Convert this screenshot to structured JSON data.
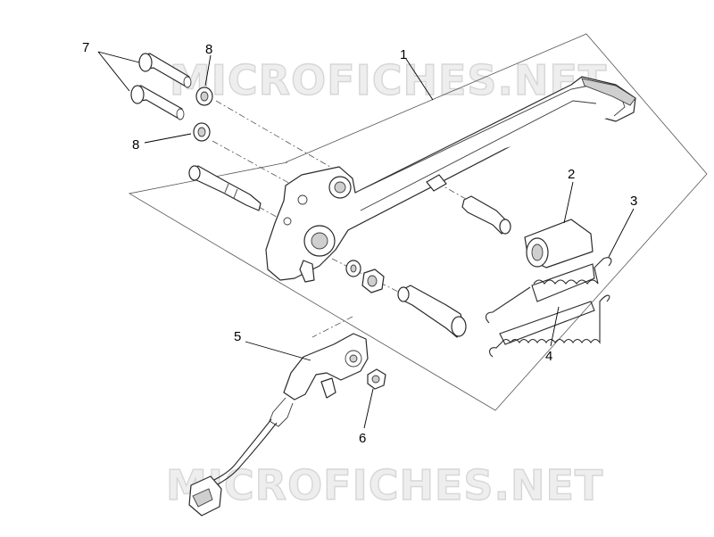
{
  "watermark": {
    "top_text": "MICROFICHES.NET",
    "bottom_text": "MICROFICHES.NET"
  },
  "callouts": [
    {
      "id": "1",
      "label": "1"
    },
    {
      "id": "2",
      "label": "2"
    },
    {
      "id": "3",
      "label": "3"
    },
    {
      "id": "4",
      "label": "4"
    },
    {
      "id": "5",
      "label": "5"
    },
    {
      "id": "6",
      "label": "6"
    },
    {
      "id": "7",
      "label": "7"
    },
    {
      "id": "8a",
      "label": "8"
    },
    {
      "id": "8b",
      "label": "8"
    }
  ],
  "colors": {
    "line": "#2a2a2a",
    "watermark_fill": "#eeeeee",
    "watermark_stroke": "#d6d6d6",
    "background": "#ffffff"
  }
}
